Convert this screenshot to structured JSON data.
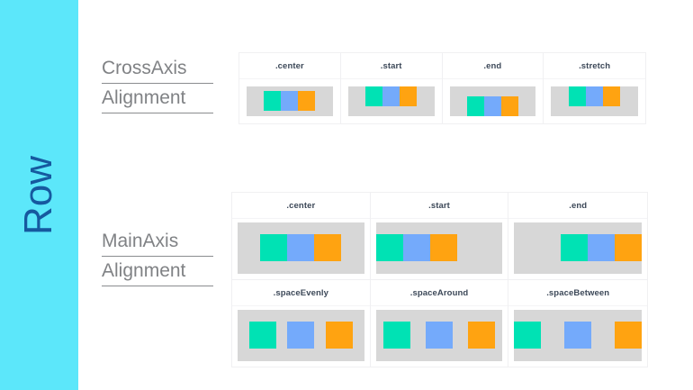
{
  "sidebar": {
    "label": "Row",
    "background_color": "#5CE7FA",
    "text_color": "#16599F"
  },
  "colors": {
    "box_green": "#00E2B4",
    "box_blue": "#74AAFB",
    "box_orange": "#FFA311",
    "demo_container": "#d7d7d7",
    "card_border": "#f0f0f2",
    "label_text": "#3C4858",
    "title_text": "#808285",
    "page_background": "#ffffff"
  },
  "sections": [
    {
      "id": "crossaxis",
      "title_line1": "CrossAxis",
      "title_line2": "Alignment",
      "cards": [
        {
          "label": ".center",
          "mode": "cross-center"
        },
        {
          "label": ".start",
          "mode": "cross-start"
        },
        {
          "label": ".end",
          "mode": "cross-end"
        },
        {
          "label": ".stretch",
          "mode": "cross-stretch"
        }
      ]
    },
    {
      "id": "mainaxis",
      "title_line1": "MainAxis",
      "title_line2": "Alignment",
      "cards": [
        {
          "label": ".center",
          "mode": "main-center"
        },
        {
          "label": ".start",
          "mode": "main-start"
        },
        {
          "label": ".end",
          "mode": "main-end"
        },
        {
          "label": ".spaceEvenly",
          "mode": "main-evenly"
        },
        {
          "label": ".spaceAround",
          "mode": "main-around"
        },
        {
          "label": ".spaceBetween",
          "mode": "main-between"
        }
      ]
    }
  ],
  "box_order": [
    "green",
    "blue",
    "orange"
  ]
}
